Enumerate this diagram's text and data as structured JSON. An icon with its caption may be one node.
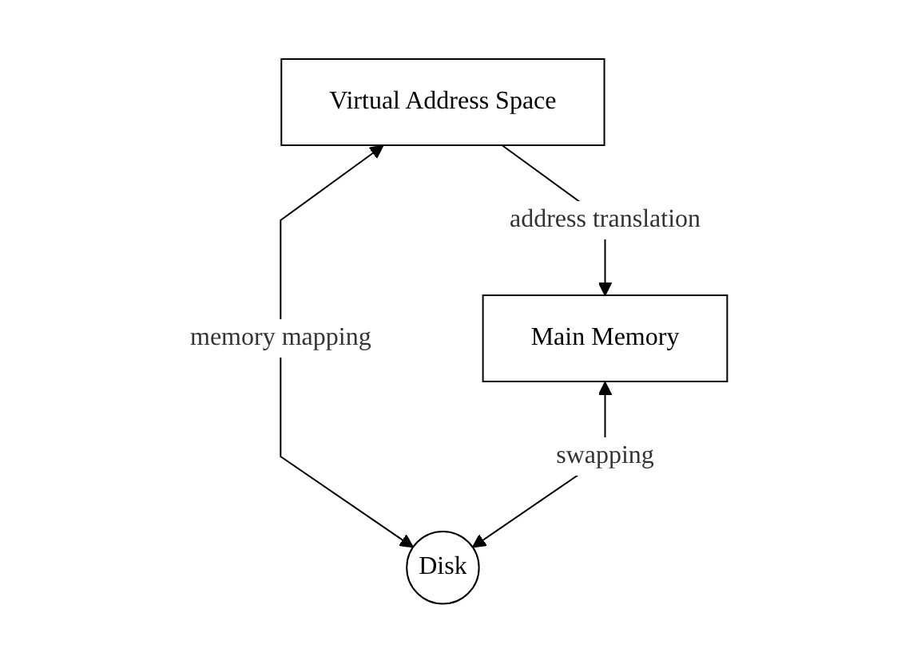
{
  "diagram": {
    "nodes": [
      {
        "text": [
          "Virtual Address Space"
        ]
      },
      {
        "text": [
          "Main Memory"
        ]
      },
      {
        "text": [
          "Disk"
        ]
      }
    ],
    "edges": [
      {
        "from": 0,
        "to": 1,
        "arrow": "to",
        "label": "address translation"
      },
      {
        "from": 0,
        "to": 2,
        "arrow": "both",
        "label": "memory mapping"
      },
      {
        "from": 1,
        "to": 2,
        "arrow": "both",
        "label": "swapping"
      }
    ]
  }
}
